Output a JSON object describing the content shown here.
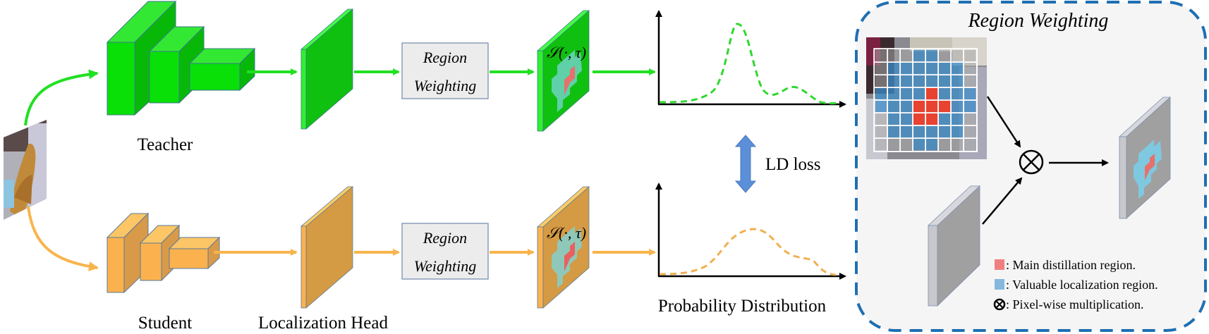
{
  "diagram": {
    "labels": {
      "teacher": "Teacher",
      "student": "Student",
      "localization_head": "Localization Head",
      "probability_distribution": "Probability Distribution",
      "ld_loss": "LD loss",
      "softmax_teacher": "𝒮(·, τ)",
      "softmax_student": "𝒮(·, τ)"
    },
    "region_weighting_boxes": {
      "teacher_line1": "Region",
      "teacher_line2": "Weighting",
      "student_line1": "Region",
      "student_line2": "Weighting"
    },
    "region_weighting_panel": {
      "title": "Region Weighting",
      "legend": [
        {
          "symbol": "red-square",
          "color": "#f08080",
          "text": ": Main distillation region."
        },
        {
          "symbol": "blue-square",
          "color": "#85b8dc",
          "text": ": Valuable localization region."
        },
        {
          "symbol": "otimes",
          "color": "#000000",
          "text": ": Pixel-wise multiplication."
        }
      ]
    },
    "colors": {
      "teacher_green": "#22e022",
      "teacher_green_dark": "#10b810",
      "student_orange": "#f8b54c",
      "student_orange_dark": "#d49a44",
      "ld_arrow_blue": "#5b8fd8",
      "panel_border_blue": "#1f6fb2",
      "panel_bg": "#f5f5f5",
      "main_region_red": "#e8706a",
      "valuable_region_teal": "#5fd0a8",
      "valuable_region_blue": "#7ec8e0"
    }
  },
  "chart_data": [
    {
      "type": "line",
      "title": "Teacher probability distribution",
      "style": "dashed",
      "color": "#2fd82f",
      "x": [
        0,
        1,
        2,
        3,
        4,
        5,
        6,
        7,
        8,
        9,
        10
      ],
      "values": [
        0.02,
        0.04,
        0.2,
        0.75,
        1.0,
        0.55,
        0.12,
        0.18,
        0.2,
        0.06,
        0.01
      ]
    },
    {
      "type": "line",
      "title": "Student probability distribution",
      "style": "dashed",
      "color": "#f0b050",
      "x": [
        0,
        1,
        2,
        3,
        4,
        5,
        6,
        7,
        8,
        9,
        10
      ],
      "values": [
        0.02,
        0.06,
        0.2,
        0.45,
        0.58,
        0.52,
        0.36,
        0.28,
        0.24,
        0.1,
        0.02
      ],
      "xlabel": "Probability Distribution"
    }
  ]
}
